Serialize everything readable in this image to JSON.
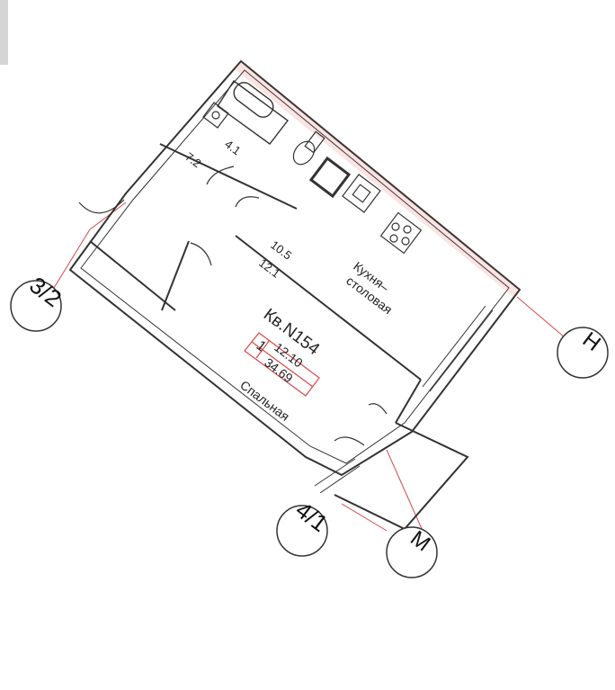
{
  "plan": {
    "apartment_number": "Кв.N154",
    "rooms_count": "1",
    "living_area": "12.10",
    "total_area": "34.69",
    "rooms": {
      "kitchen_line1": "Кухня–",
      "kitchen_line2": "столовая",
      "bedroom": "Спальная",
      "kitchen_area": "10.5",
      "bedroom_area": "12.1",
      "bathroom_area": "4.1",
      "hall_area": "7.2"
    },
    "axes": {
      "a32": "3/2",
      "a41": "4/1",
      "H": "Н",
      "M": "М"
    },
    "colors": {
      "wall": "#333333",
      "axis_line": "#d94848",
      "highlight": "#d94848"
    }
  }
}
